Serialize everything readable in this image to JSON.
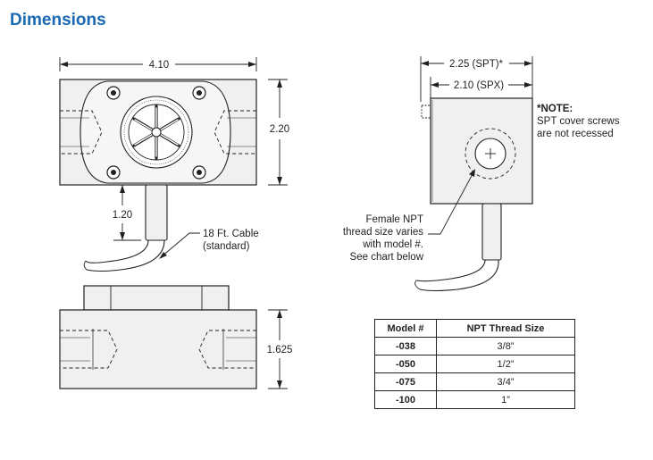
{
  "title": "Dimensions",
  "dimensions": {
    "top_width": "4.10",
    "height": "2.20",
    "cable_offset": "1.20",
    "side_height": "1.625",
    "spt_width": "2.25 (SPT)*",
    "spx_width": "2.10 (SPX)"
  },
  "callouts": {
    "cable_line1": "18 Ft. Cable",
    "cable_line2": "(standard)",
    "npt_lines": [
      "Female NPT",
      "thread size varies",
      "with model #.",
      "See chart below"
    ],
    "note_title": "*NOTE:",
    "note_lines": [
      "SPT cover screws",
      "are not recessed"
    ]
  },
  "table": {
    "headers": [
      "Model #",
      "NPT Thread Size"
    ],
    "rows": [
      {
        "model": "-038",
        "size": "3/8”"
      },
      {
        "model": "-050",
        "size": "1/2”"
      },
      {
        "model": "-075",
        "size": "3/4”"
      },
      {
        "model": "-100",
        "size": "1”"
      }
    ]
  }
}
